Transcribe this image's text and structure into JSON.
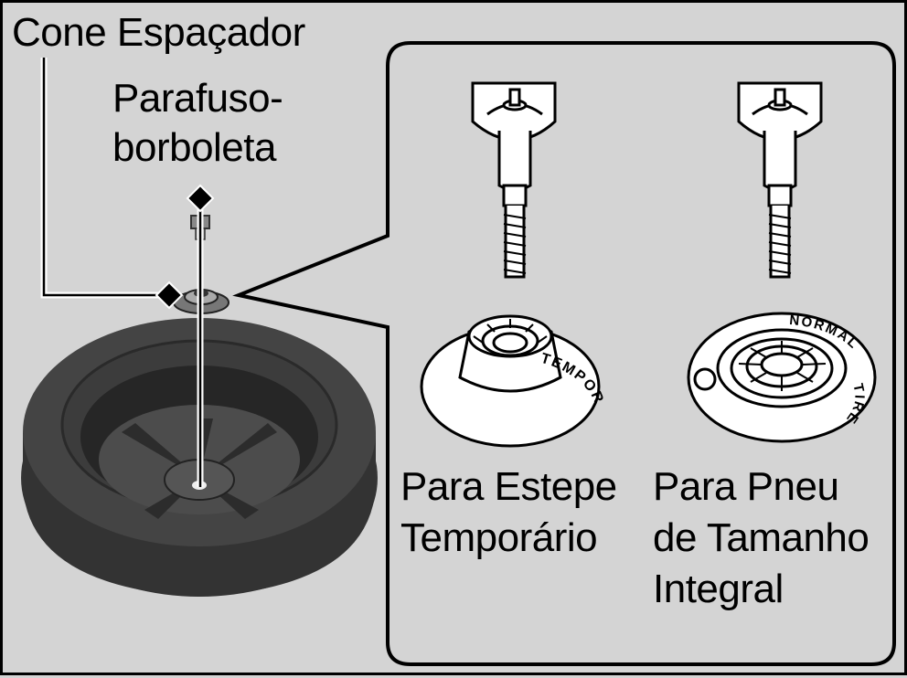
{
  "labels": {
    "spacer_cone": "Cone Espaçador",
    "wing_bolt_line1": "Parafuso-",
    "wing_bolt_line2": "borboleta",
    "temporary_line1": "Para Estepe",
    "temporary_line2": "Temporário",
    "full_size_line1": "Para Pneu",
    "full_size_line2": "de Tamanho",
    "full_size_line3": "Integral"
  },
  "cone_text": {
    "temporary": "TEMPORARY TIRE",
    "normal_top": "NORMAL",
    "normal_side": "TIRE"
  },
  "colors": {
    "background": "#d4d4d4",
    "panel": "#d4d4d4",
    "tire": "#3a3a3a",
    "outline": "#000000"
  }
}
